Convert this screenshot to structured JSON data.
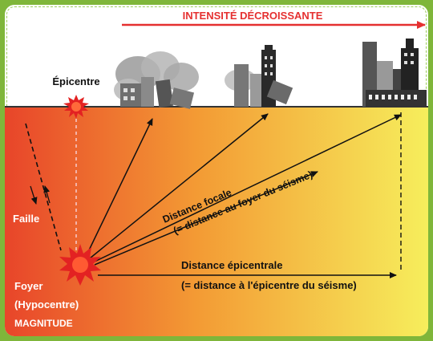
{
  "title": "INTENSITÉ DÉCROISSANTE",
  "labels": {
    "epicentre": "Épicentre",
    "faille": "Faille",
    "foyer": "Foyer",
    "hypocentre": "(Hypocentre)",
    "magnitude": "MAGNITUDE",
    "distance_focale": "Distance focale",
    "distance_focale_def": "(= distance au foyer du séisme)",
    "distance_epicentrale": "Distance épicentrale",
    "distance_epicentrale_def": "(= distance à l'épicentre du séisme)"
  },
  "colors": {
    "title_red": "#e53030",
    "ground_left": "#e8452a",
    "ground_right": "#f6ee5c",
    "arrow": "#111111",
    "burst": "#e32222"
  },
  "damage_levels": [
    "heavy",
    "medium",
    "light"
  ]
}
